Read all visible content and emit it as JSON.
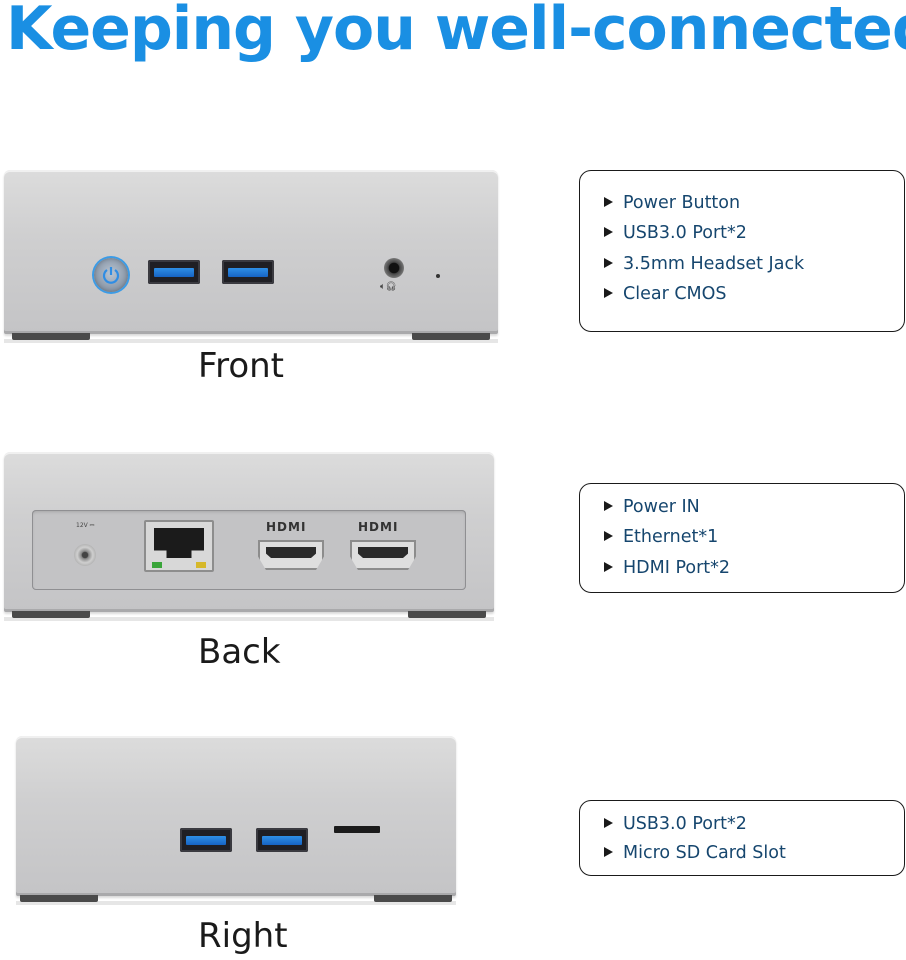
{
  "headline": "Keeping you well-connected",
  "colors": {
    "headline": "#1a8fe3",
    "feature_text": "#16466e",
    "usb_blue": "#1f74d6"
  },
  "views": [
    {
      "caption": "Front",
      "features": [
        "Power Button",
        "USB3.0 Port*2",
        "3.5mm Headset Jack",
        "Clear CMOS"
      ]
    },
    {
      "caption": "Back",
      "port_labels": {
        "power_in": "12V ⎓",
        "hdmi_1": "HDMI",
        "hdmi_2": "HDMI"
      },
      "features": [
        "Power IN",
        "Ethernet*1",
        "HDMI Port*2"
      ]
    },
    {
      "caption": "Right",
      "features": [
        "USB3.0 Port*2",
        "Micro SD Card Slot"
      ]
    }
  ],
  "icons": [
    "power-icon",
    "headset-icon",
    "triangle-bullet-icon"
  ]
}
